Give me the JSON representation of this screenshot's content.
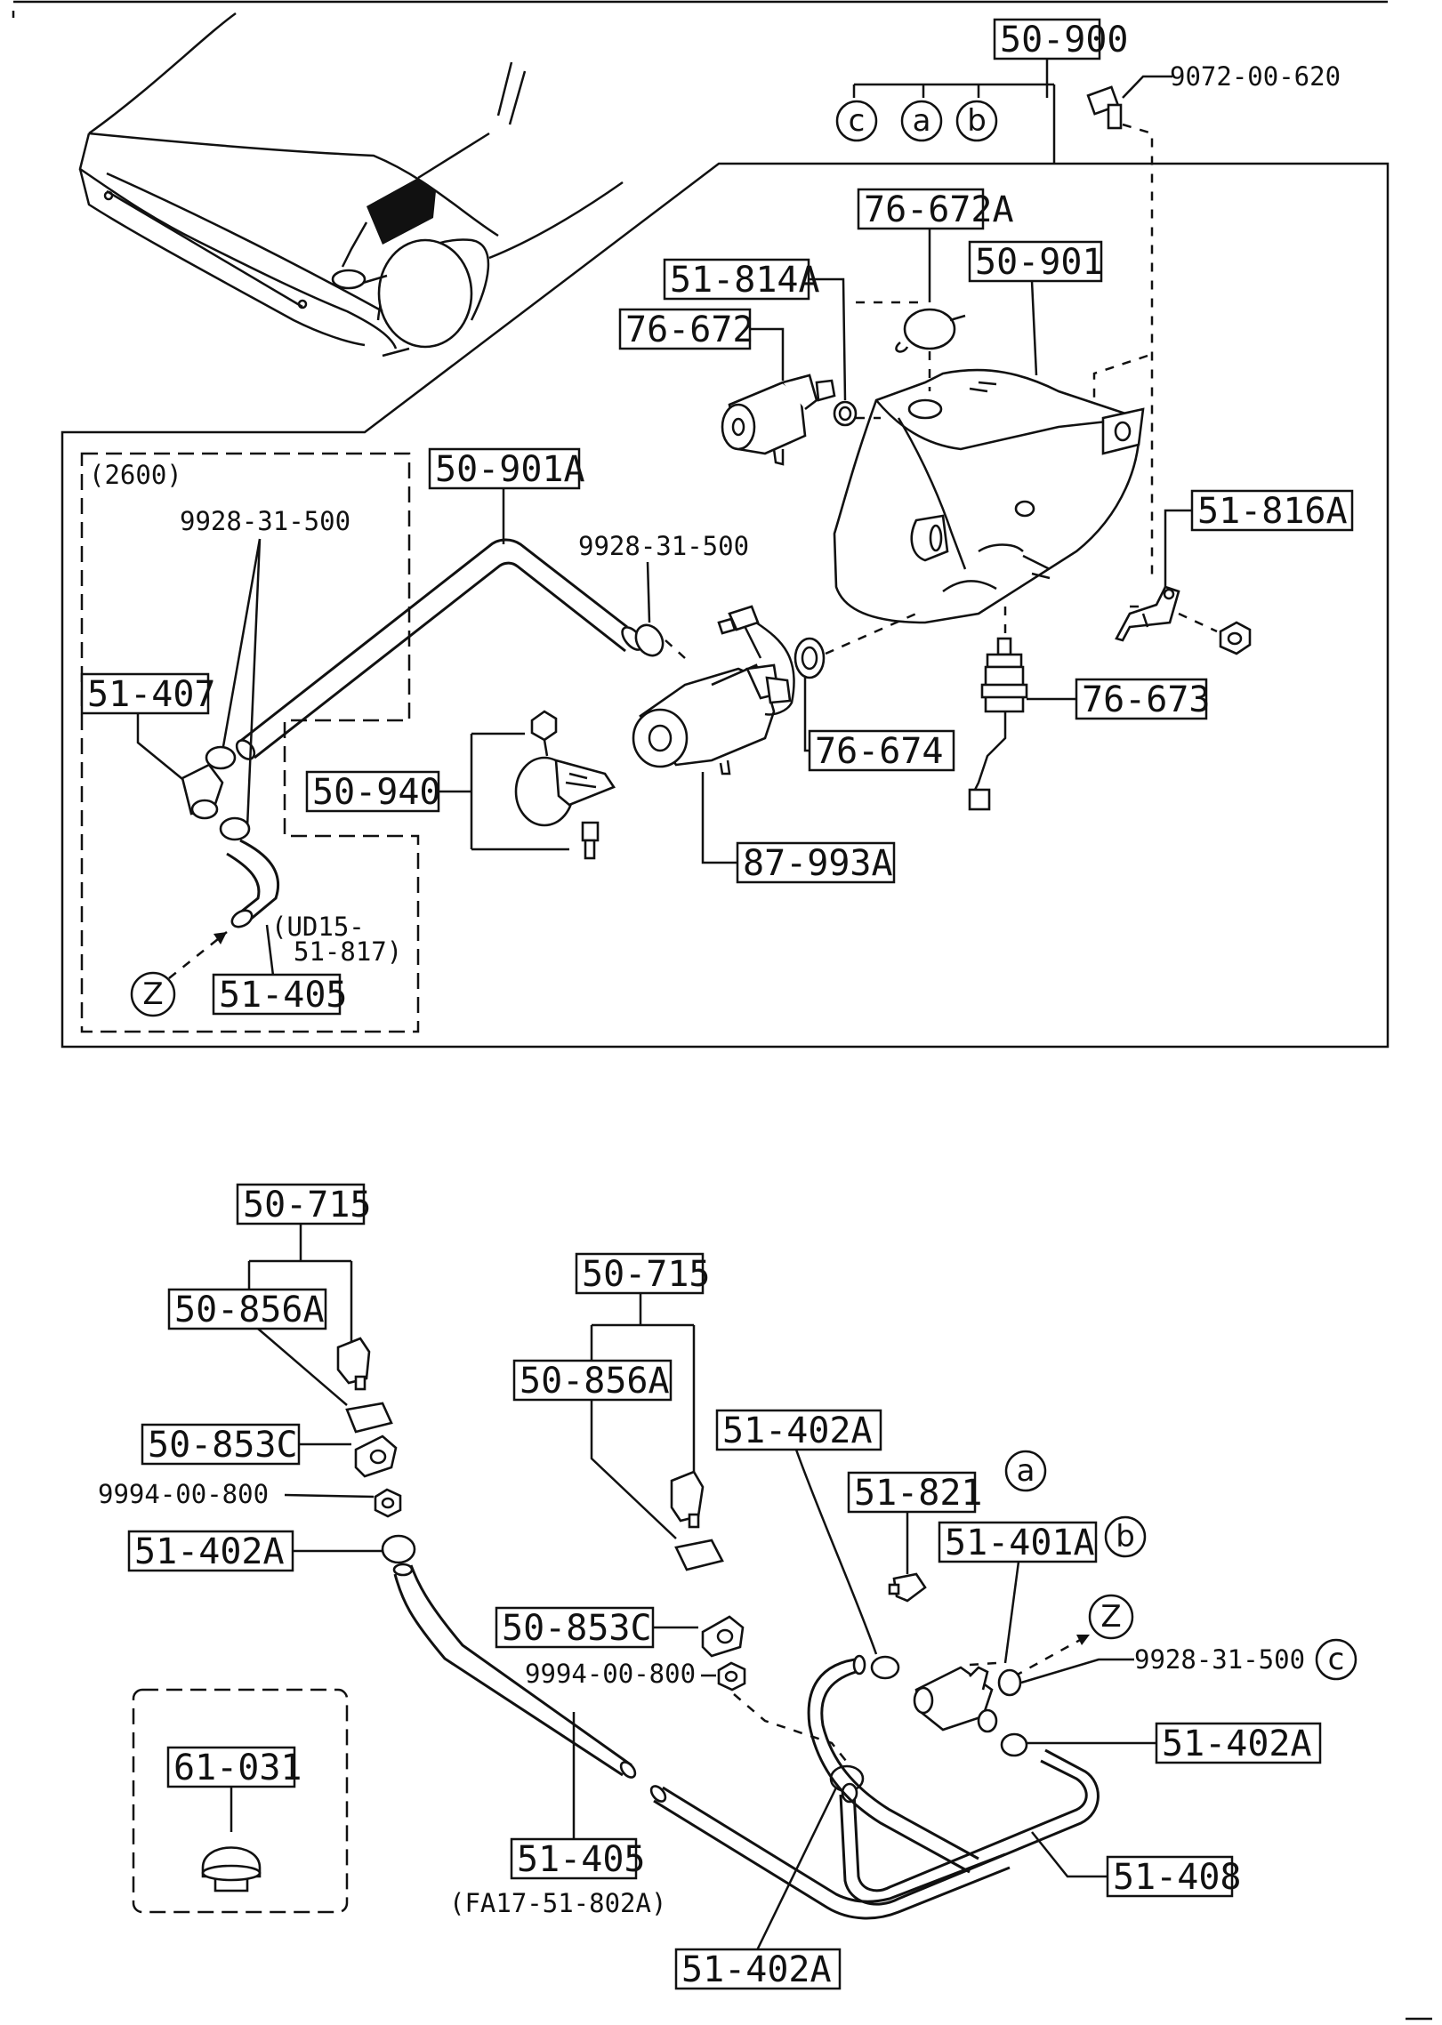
{
  "diagram": {
    "top": {
      "assembly": "50-900",
      "assembly_subparts": [
        "c",
        "a",
        "b"
      ],
      "bolt": "9072-00-620",
      "labels": {
        "cap": "76-672A",
        "tank": "50-901",
        "grommet_upper": "51-814A",
        "motor_upper": "76-672",
        "hose": "50-901A",
        "clip_main": "9928-31-500",
        "clip_variant": "9928-31-500",
        "bracket": "51-816A",
        "level_sensor": "76-673",
        "grommet_lower": "76-674",
        "pump": "87-993A",
        "mount": "50-940",
        "elbow": "51-407",
        "joint_hose": "51-405",
        "joint_hose_note_1": "(UD15-",
        "joint_hose_note_2": "51-817)"
      },
      "variant_label": "(2600)",
      "ref_z": "Z"
    },
    "bottom": {
      "nozzle_set_left": "50-715",
      "nozzle_left": "50-856A",
      "seal_left": "50-853C",
      "nut_left": "9994-00-800",
      "joint_left": "51-402A",
      "nozzle_set_right": "50-715",
      "nozzle_right": "50-856A",
      "joint_top": "51-402A",
      "check_valve": "51-821",
      "check_valve_ref": "a",
      "tee": "51-401A",
      "tee_ref": "b",
      "seal_right": "50-853C",
      "nut_right": "9994-00-800",
      "clip": "9928-31-500",
      "clip_ref": "c",
      "ref_z": "Z",
      "joint_right": "51-402A",
      "hose_main": "51-405",
      "hose_main_note": "(FA17-51-802A)",
      "hose_right": "51-408",
      "joint_bottom": "51-402A",
      "plug": "61-031"
    }
  }
}
